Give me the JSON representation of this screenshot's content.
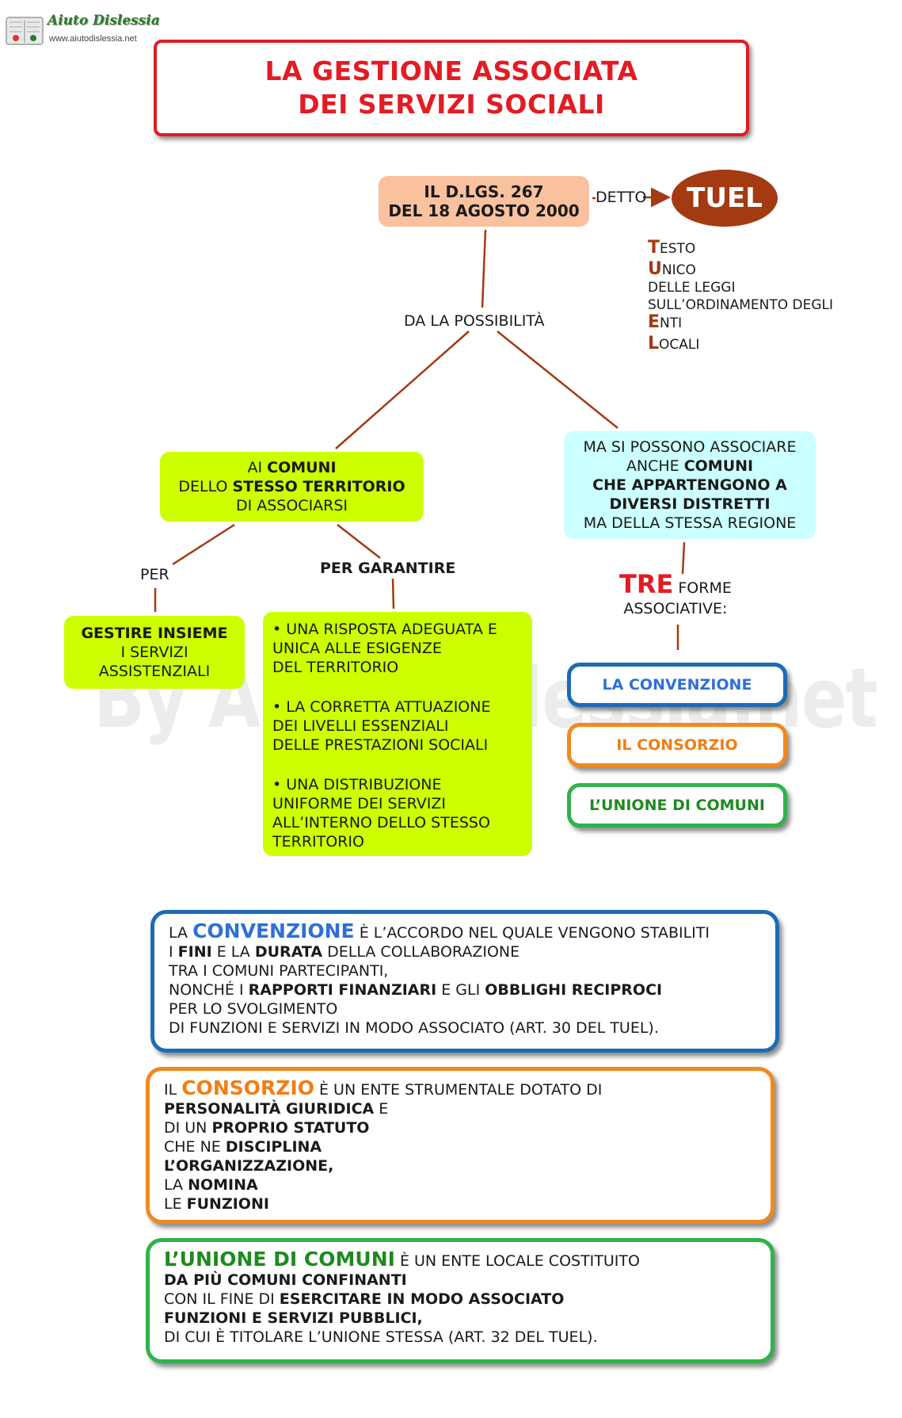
{
  "logo": {
    "brand": "Aiuto Dislessia",
    "site": "www.aiutodislessia.net"
  },
  "title": {
    "line1": "LA GESTIONE ASSOCIATA",
    "line2": "DEI SERVIZI SOCIALI"
  },
  "dlgs": {
    "line1": "IL D.LGS. 267",
    "line2": "DEL 18 AGOSTO 2000"
  },
  "detto": "DETTO",
  "tuel": "TUEL",
  "acronym": [
    {
      "cap": "T",
      "rest": "ESTO"
    },
    {
      "cap": "U",
      "rest": "NICO"
    },
    {
      "cap": "",
      "rest": "DELLE LEGGI"
    },
    {
      "cap": "",
      "rest": "SULL’ORDINAMENTO DEGLI"
    },
    {
      "cap": "E",
      "rest": "NTI"
    },
    {
      "cap": "L",
      "rest": "OCALI"
    }
  ],
  "da_la_possibilita": "DA LA POSSIBILITÀ",
  "comuni": {
    "pre1": "AI",
    "b1": "COMUNI",
    "pre2": "DELLO",
    "b2": "STESSO TERRITORIO",
    "line3": "DI ASSOCIARSI"
  },
  "assoc": {
    "line1": "MA SI POSSONO ASSOCIARE",
    "pre2": "ANCHE",
    "b2": "COMUNI",
    "line3": "CHE APPARTENGONO A",
    "line4": "DIVERSI DISTRETTI",
    "line5": "MA DELLA STESSA REGIONE"
  },
  "per": "PER",
  "per_garantire": "PER GARANTIRE",
  "gestire": {
    "line1": "GESTIRE INSIEME",
    "line2": "I SERVIZI",
    "line3": "ASSISTENZIALI"
  },
  "garantire": [
    [
      "•  UNA RISPOSTA ADEGUATA E",
      " UNICA ALLE ESIGENZE",
      "DEL TERRITORIO"
    ],
    [
      "• LA CORRETTA ATTUAZIONE",
      "DEI LIVELLI ESSENZIALI",
      " DELLE PRESTAZIONI SOCIALI"
    ],
    [
      "• UNA DISTRIBUZIONE",
      "UNIFORME DEI SERVIZI",
      "ALL’INTERNO DELLO STESSO",
      "TERRITORIO"
    ]
  ],
  "tre": {
    "big": "TRE",
    "rest": "FORME",
    "line2": "ASSOCIATIVE:"
  },
  "forms": {
    "convenzione": "LA CONVENZIONE",
    "consorzio": "IL CONSORZIO",
    "unione": "L’UNIONE DI COMUNI"
  },
  "def_convenzione": {
    "pre": "LA",
    "kw": "CONVENZIONE",
    "l1": "È L’ACCORDO NEL QUALE VENGONO STABILITI",
    "l2a": "I",
    "l2b": "FINI",
    "l2c": "E LA",
    "l2d": "DURATA",
    "l2e": "DELLA COLLABORAZIONE",
    "l3": "TRA I COMUNI PARTECIPANTI,",
    "l4a": "NONCHÉ I",
    "l4b": "RAPPORTI FINANZIARI",
    "l4c": "E GLI",
    "l4d": "OBBLIGHI RECIPROCI",
    "l5": "PER LO SVOLGIMENTO",
    "l6": "DI FUNZIONI E SERVIZI IN MODO ASSOCIATO (ART. 30 DEL TUEL)."
  },
  "def_consorzio": {
    "pre": "IL",
    "kw": "CONSORZIO",
    "l1": "È UN ENTE STRUMENTALE DOTATO DI",
    "l2b": "PERSONALITÀ GIURIDICA",
    "l2c": "E",
    "l3a": "DI UN",
    "l3b": "PROPRIO STATUTO",
    "l4a": "CHE NE",
    "l4b": "DISCIPLINA",
    "l5": "L’ORGANIZZAZIONE,",
    "l6a": "LA",
    "l6b": "NOMINA",
    "l7a": "LE",
    "l7b": "FUNZIONI"
  },
  "def_unione": {
    "kw": "L’UNIONE DI COMUNI",
    "l1": "È UN ENTE LOCALE COSTITUITO",
    "l2": "DA PIÙ COMUNI CONFINANTI",
    "l3a": "CON IL FINE DI",
    "l3b": "ESERCITARE IN MODO ASSOCIATO",
    "l4": "FUNZIONI E SERVIZI PUBBLICI,",
    "l5": "DI CUI È TITOLARE L’UNIONE STESSA (ART. 32 DEL TUEL)."
  },
  "watermark": "By AiutoDislessia.net",
  "colors": {
    "red": "#e31b23",
    "brown": "#a33a12",
    "peach": "#f9c19e",
    "lime": "#ccff00",
    "cyan": "#ccffff",
    "blue": "#1c6bb5",
    "orange": "#f08a1c",
    "green": "#2fb34a"
  }
}
